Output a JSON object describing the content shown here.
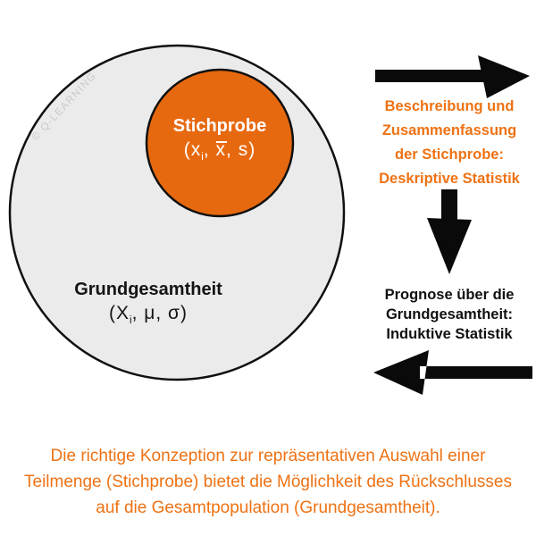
{
  "colors": {
    "orange": "#e7690f",
    "orange_text": "#ee7214",
    "circle_fill": "#ebebeb",
    "outline": "#101010",
    "arrow": "#0a0a0a",
    "watermark": "#c9c9c9",
    "white": "#ffffff"
  },
  "watermark": "© Q-LEARNING",
  "venn": {
    "inner": {
      "title": "Stichprobe",
      "formula": {
        "open": "(x",
        "sub": "i",
        "comma": ", ",
        "xbar": "x",
        "close": ", s)"
      }
    },
    "outer": {
      "title": "Grundgesamtheit",
      "formula": {
        "open": "(X",
        "sub": "i",
        "rest": ", μ, σ)"
      }
    }
  },
  "flow": {
    "descriptive": "Beschreibung und\nZusammenfassung\nder Stichprobe:\nDeskriptive Statistik",
    "inductive": "Prognose über die\nGrundgesamtheit:\nInduktive Statistik"
  },
  "caption": "Die richtige Konzeption zur repräsentativen Auswahl einer\nTeilmenge (Stichprobe) bietet die Möglichkeit des Rückschlusses\nauf die Gesamtpopulation (Grundgesamtheit)."
}
